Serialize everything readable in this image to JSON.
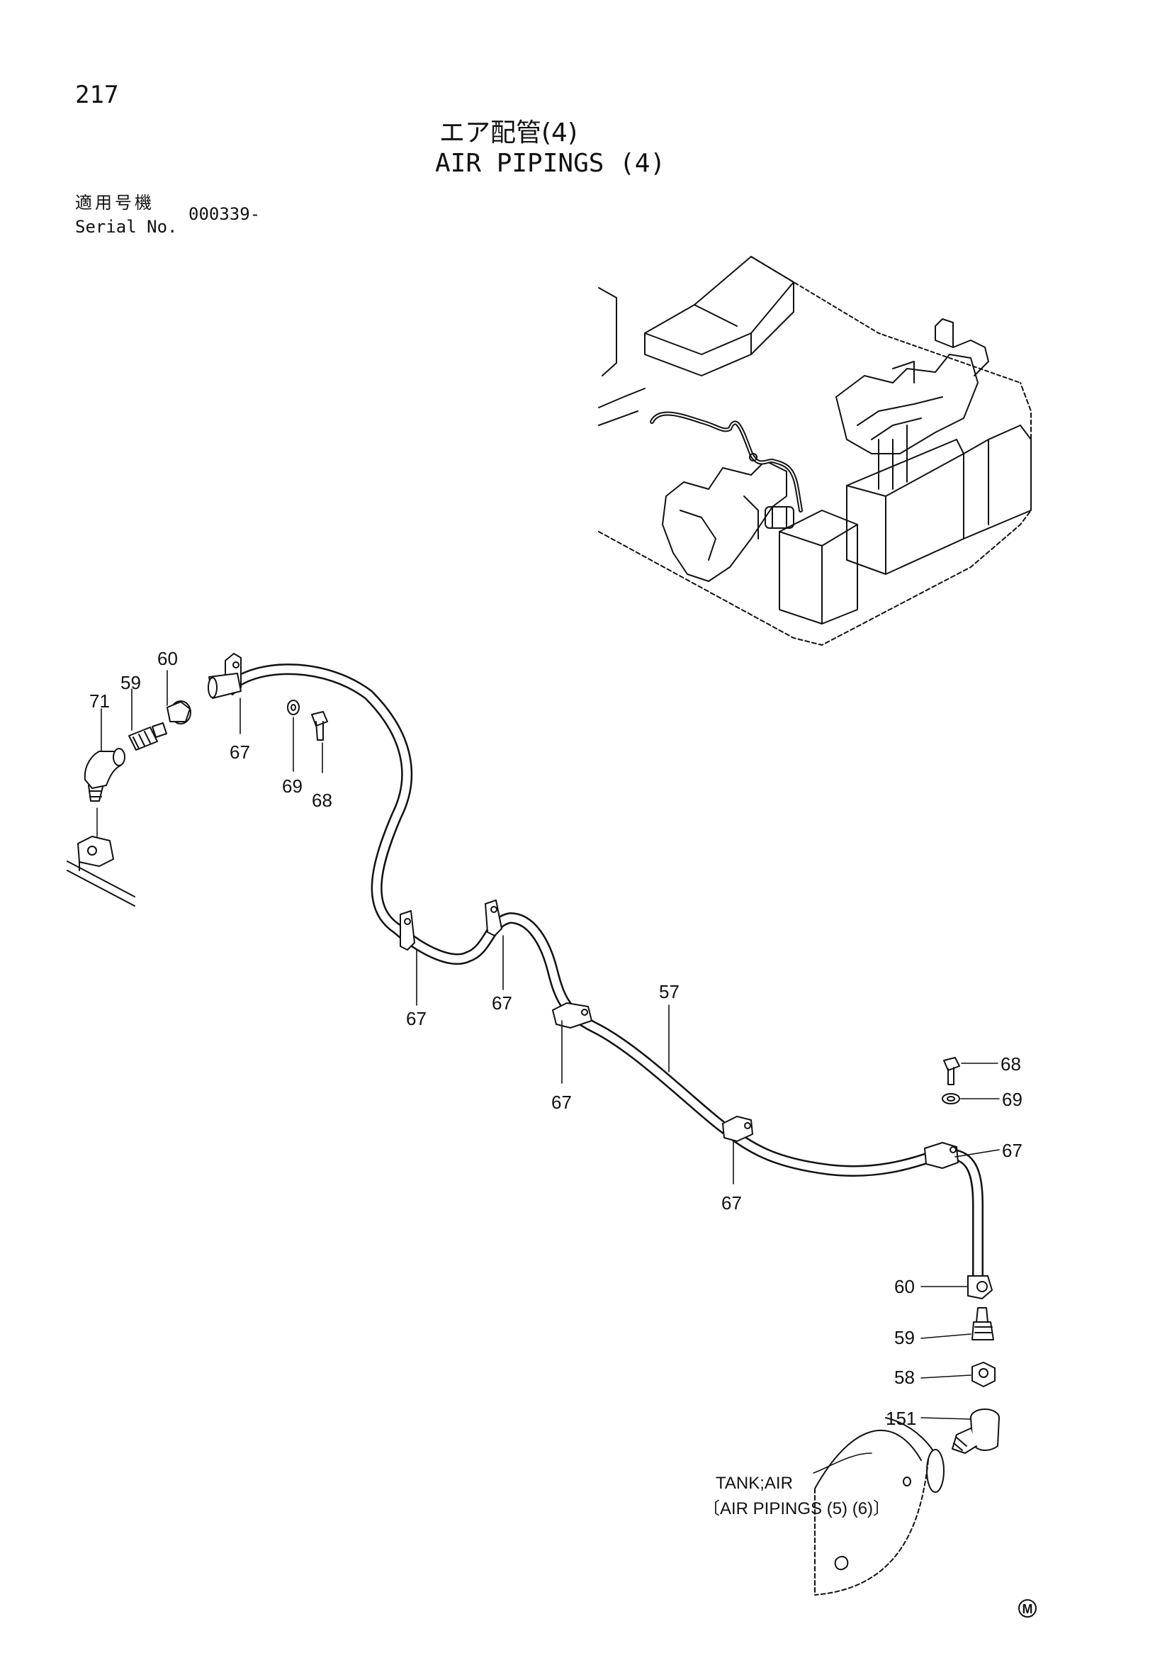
{
  "page_number": "217",
  "title_jp": "エア配管(4)",
  "title_en": "AIR PIPINGS (4)",
  "serial": {
    "label_jp": "適用号機",
    "label_en": "Serial No.",
    "value": "000339-"
  },
  "callouts": {
    "c71": "71",
    "c59a": "59",
    "c60a": "60",
    "c67a": "67",
    "c69a": "69",
    "c68a": "68",
    "c67b": "67",
    "c67c": "67",
    "c57": "57",
    "c67d": "67",
    "c67e": "67",
    "c68b": "68",
    "c69b": "69",
    "c67f": "67",
    "c60b": "60",
    "c59b": "59",
    "c58": "58",
    "c151": "151"
  },
  "tank_label": "TANK;AIR",
  "tank_ref": "〔AIR PIPINGS (5) (6)〕",
  "marker": "M"
}
